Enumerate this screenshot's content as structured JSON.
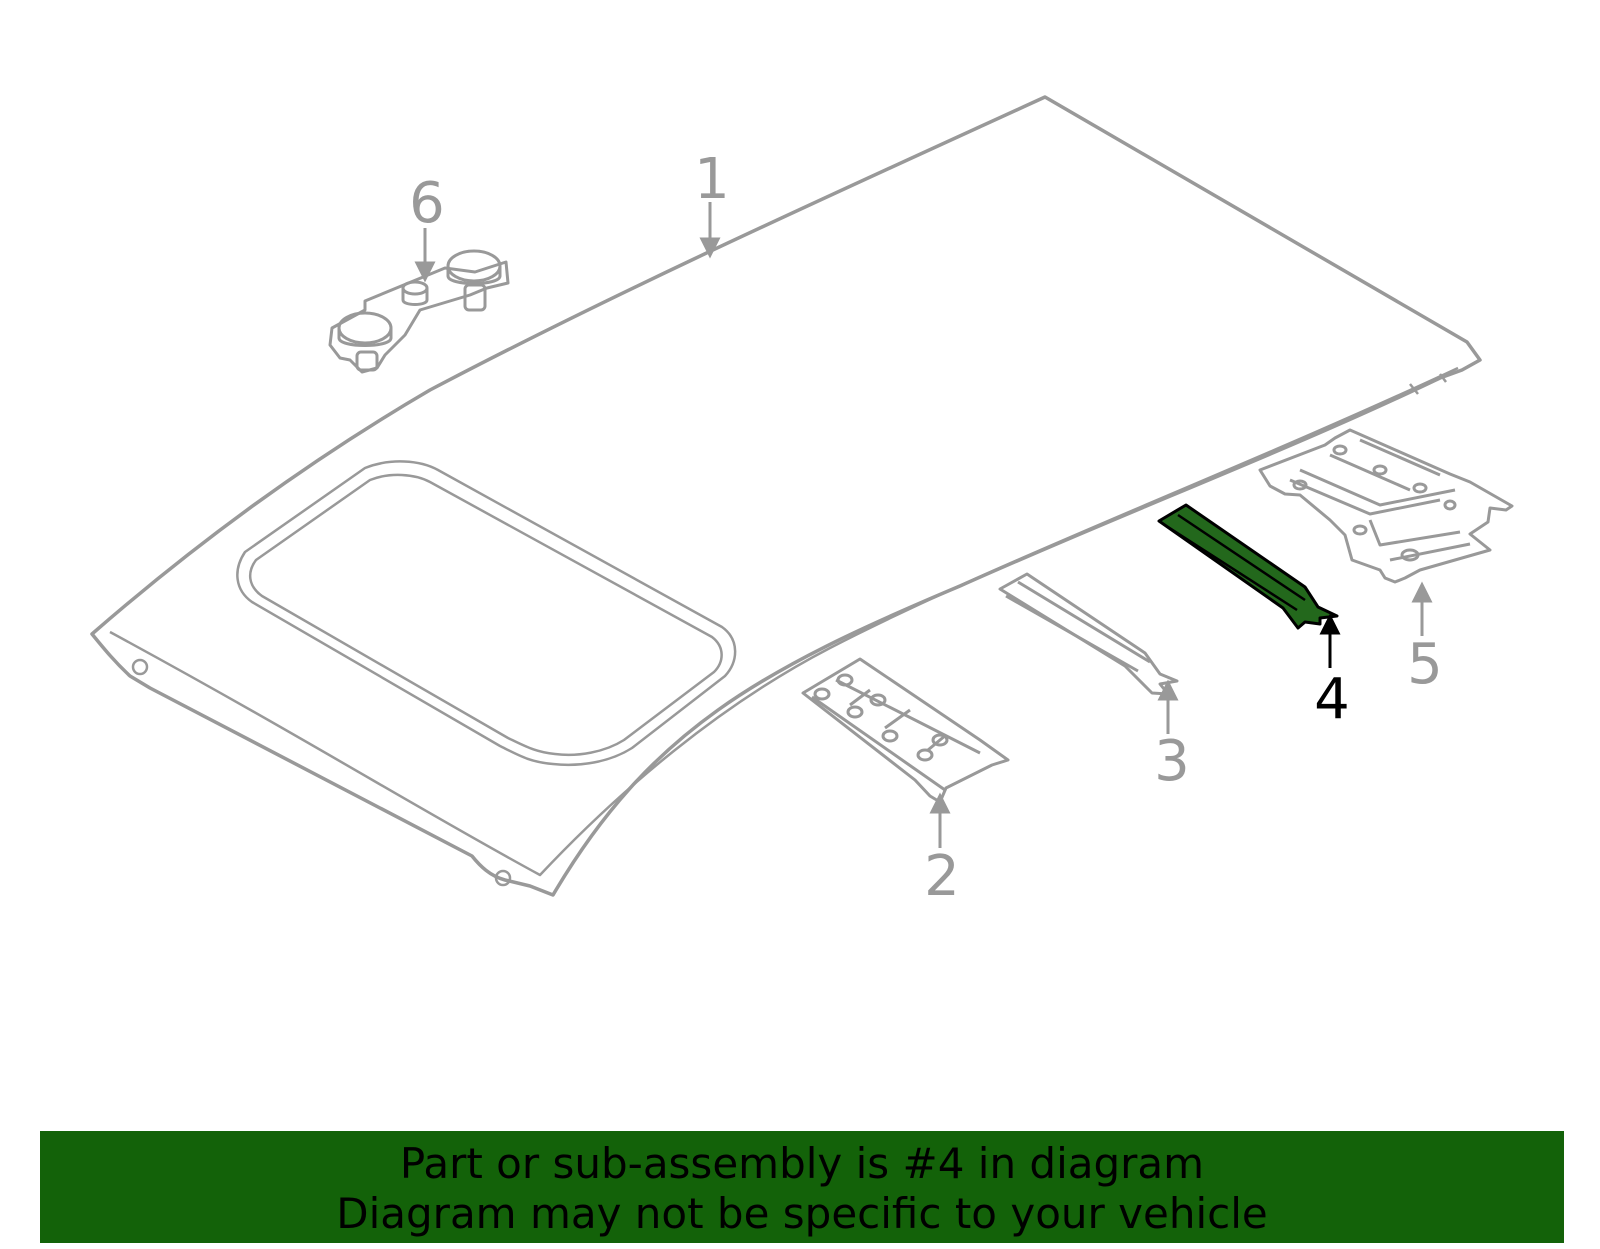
{
  "colors": {
    "outline": "#999999",
    "highlight_fill": "#23681c",
    "highlight_stroke": "#000000",
    "banner_bg": "#136209",
    "banner_text": "#000000"
  },
  "callouts": {
    "c1": "1",
    "c2": "2",
    "c3": "3",
    "c4": "4",
    "c5": "5",
    "c6": "6"
  },
  "highlighted_part": "4",
  "banner": {
    "line1": "Part or sub-assembly is #4 in diagram",
    "line2": "Diagram may not be specific to your vehicle"
  }
}
